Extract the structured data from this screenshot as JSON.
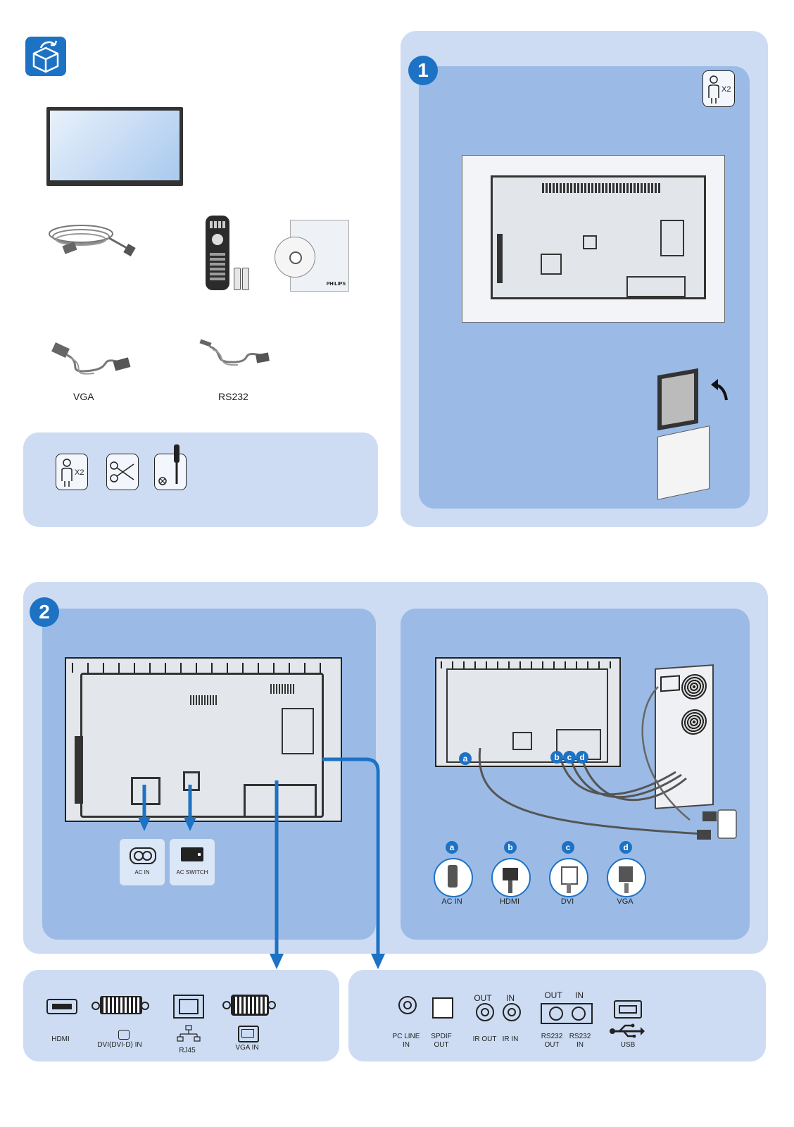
{
  "header": {
    "icon": "unbox-icon"
  },
  "accessories": {
    "vga_label": "VGA",
    "rs232_label": "RS232",
    "manual_brand": "PHILIPS"
  },
  "tools": {
    "people_count": "X2"
  },
  "step1": {
    "number": "1",
    "people_count": "X2"
  },
  "step2": {
    "number": "2",
    "ac_in": "AC IN",
    "ac_switch": "AC SWITCH",
    "connections": [
      {
        "letter": "a",
        "label": "AC IN"
      },
      {
        "letter": "b",
        "label": "HDMI"
      },
      {
        "letter": "c",
        "label": "DVI"
      },
      {
        "letter": "d",
        "label": "VGA"
      }
    ]
  },
  "ports_left": {
    "hdmi": "HDMI",
    "dvi": "DVI(DVI-D) IN",
    "rj45": "RJ45",
    "vga": "VGA IN"
  },
  "ports_right": {
    "pc_line_in_1": "PC LINE",
    "pc_line_in_2": "IN",
    "spdif_1": "SPDIF",
    "spdif_2": "OUT",
    "ir_out_top": "OUT",
    "ir_in_top": "IN",
    "ir_bottom": "IR OUT   IR IN",
    "rs232_out_top": "OUT",
    "rs232_in_top": "IN",
    "rs232_out_1": "RS232",
    "rs232_out_2": "OUT",
    "rs232_in_1": "RS232",
    "rs232_in_2": "IN",
    "usb": "USB"
  },
  "colors": {
    "light_panel": "#cddcf3",
    "mid_panel": "#9bbbe6",
    "accent": "#1d72c4"
  }
}
